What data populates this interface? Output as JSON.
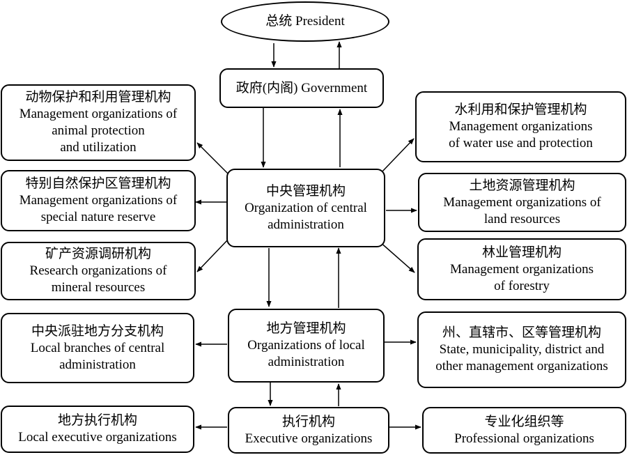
{
  "nodes": {
    "president": [
      "总统 President"
    ],
    "government": [
      "政府(内阁) Government"
    ],
    "central": [
      "中央管理机构",
      "Organization of central",
      "administration"
    ],
    "animal": [
      "动物保护和利用管理机构",
      "Management organizations of",
      "animal protection",
      "and utilization"
    ],
    "reserve": [
      "特别自然保护区管理机构",
      "Management organizations of",
      "special nature reserve"
    ],
    "mineral": [
      "矿产资源调研机构",
      "Research organizations of",
      "mineral resources"
    ],
    "water": [
      "水利用和保护管理机构",
      "Management organizations",
      "of water use and protection"
    ],
    "land": [
      "土地资源管理机构",
      "Management organizations of",
      "land resources"
    ],
    "forestry": [
      "林业管理机构",
      "Management organizations",
      "of forestry"
    ],
    "local_admin": [
      "地方管理机构",
      "Organizations of local",
      "administration"
    ],
    "branches": [
      "中央派驻地方分支机构",
      "Local branches of central",
      "administration"
    ],
    "state": [
      "州、直辖市、区等管理机构",
      "State, municipality, district and",
      "other management organizations"
    ],
    "executive": [
      "执行机构",
      "Executive organizations"
    ],
    "local_exec": [
      "地方执行机构",
      "Local executive organizations"
    ],
    "professional": [
      "专业化组织等",
      "Professional organizations"
    ]
  }
}
